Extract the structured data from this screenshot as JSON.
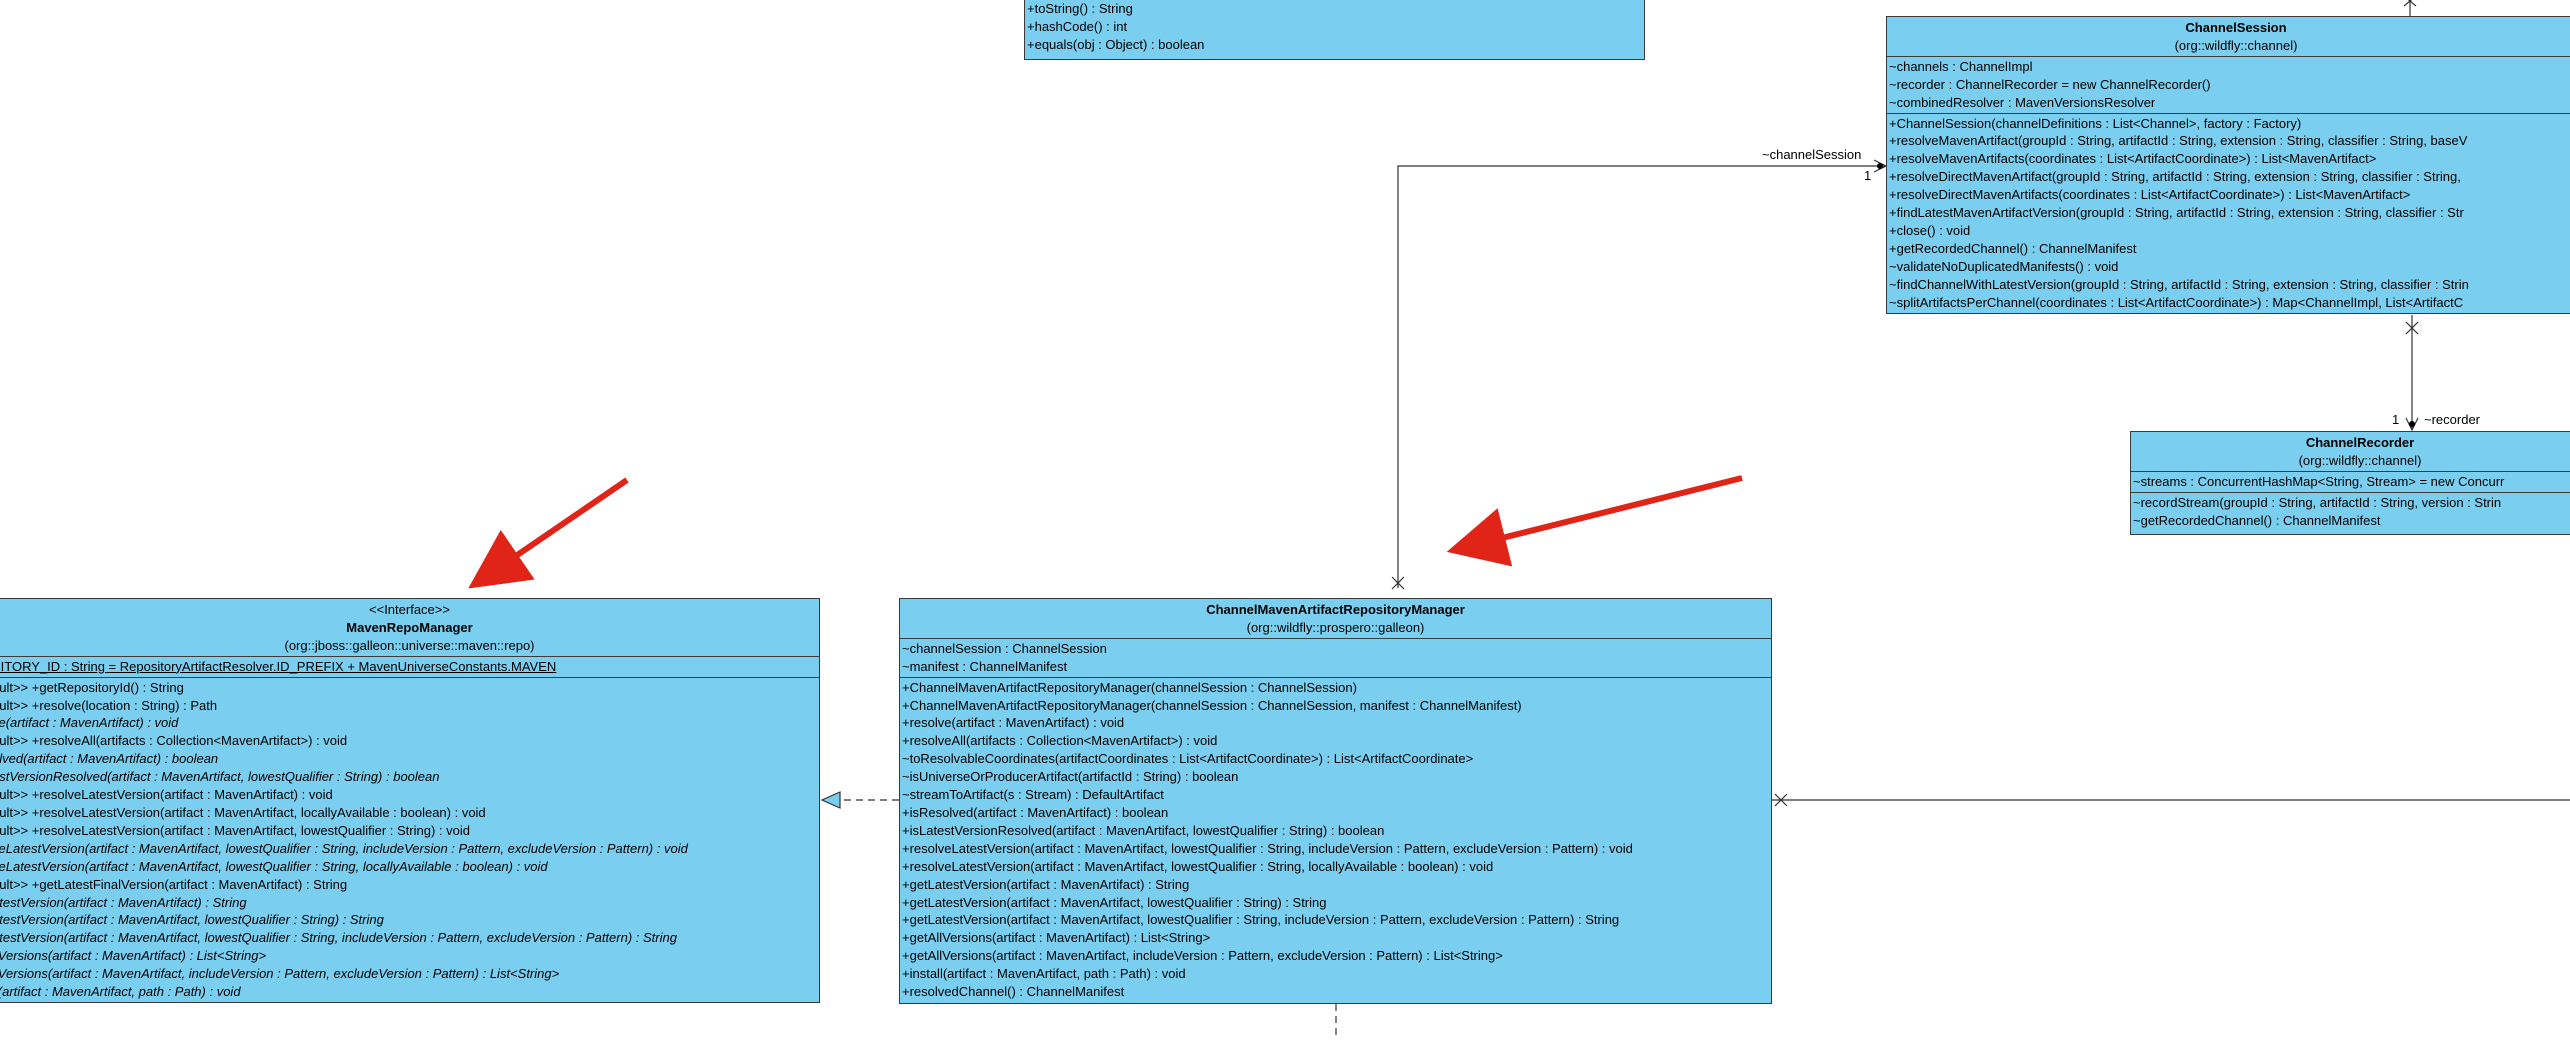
{
  "arrow_color": "#e02418",
  "class_fill": "#7acff0",
  "top_box": {
    "methods": [
      "+toString() : String",
      "+hashCode() : int",
      "+equals(obj : Object) : boolean"
    ]
  },
  "channel_session": {
    "name": "ChannelSession",
    "package": "(org::wildfly::channel)",
    "attributes": [
      "~channels : ChannelImpl",
      "~recorder : ChannelRecorder = new ChannelRecorder()",
      "~combinedResolver : MavenVersionsResolver"
    ],
    "methods": [
      "+ChannelSession(channelDefinitions : List<Channel>, factory : Factory)",
      "+resolveMavenArtifact(groupId : String, artifactId : String, extension : String, classifier : String, baseV",
      "+resolveMavenArtifacts(coordinates : List<ArtifactCoordinate>) : List<MavenArtifact>",
      "+resolveDirectMavenArtifact(groupId : String, artifactId : String, extension : String, classifier : String,",
      "+resolveDirectMavenArtifacts(coordinates : List<ArtifactCoordinate>) : List<MavenArtifact>",
      "+findLatestMavenArtifactVersion(groupId : String, artifactId : String, extension : String, classifier : Str",
      "+close() : void",
      "+getRecordedChannel() : ChannelManifest",
      "~validateNoDuplicatedManifests() : void",
      "~findChannelWithLatestVersion(groupId : String, artifactId : String, extension : String, classifier : Strin",
      "~splitArtifactsPerChannel(coordinates : List<ArtifactCoordinate>) : Map<ChannelImpl, List<ArtifactC"
    ]
  },
  "channel_recorder": {
    "name": "ChannelRecorder",
    "package": "(org::wildfly::channel)",
    "attributes": [
      "~streams : ConcurrentHashMap<String, Stream> = new Concurr"
    ],
    "methods": [
      "~recordStream(groupId : String, artifactId : String, version : Strin",
      "~getRecordedChannel() : ChannelManifest"
    ]
  },
  "maven_repo_manager": {
    "stereotype": "<<Interface>>",
    "name": "MavenRepoManager",
    "package": "(org::jboss::galleon::universe::maven::repo)",
    "attributes": [
      "SITORY_ID : String = RepositoryArtifactResolver.ID_PREFIX + MavenUniverseConstants.MAVEN"
    ],
    "methods": [
      {
        "text": "ault>> +getRepositoryId() : String",
        "italic": false
      },
      {
        "text": "ault>> +resolve(location : String) : Path",
        "italic": false
      },
      {
        "text": "ve(artifact : MavenArtifact) : void",
        "italic": true
      },
      {
        "text": "ault>> +resolveAll(artifacts : Collection<MavenArtifact>) : void",
        "italic": false
      },
      {
        "text": "olved(artifact : MavenArtifact) : boolean",
        "italic": true
      },
      {
        "text": "estVersionResolved(artifact : MavenArtifact, lowestQualifier : String) : boolean",
        "italic": true
      },
      {
        "text": "ault>> +resolveLatestVersion(artifact : MavenArtifact) : void",
        "italic": false
      },
      {
        "text": "ault>> +resolveLatestVersion(artifact : MavenArtifact, locallyAvailable : boolean) : void",
        "italic": false
      },
      {
        "text": "ault>> +resolveLatestVersion(artifact : MavenArtifact, lowestQualifier : String) : void",
        "italic": false
      },
      {
        "text": "veLatestVersion(artifact : MavenArtifact, lowestQualifier : String, includeVersion : Pattern, excludeVersion : Pattern) : void",
        "italic": true
      },
      {
        "text": "veLatestVersion(artifact : MavenArtifact, lowestQualifier : String, locallyAvailable : boolean) : void",
        "italic": true
      },
      {
        "text": "ault>> +getLatestFinalVersion(artifact : MavenArtifact) : String",
        "italic": false
      },
      {
        "text": "atestVersion(artifact : MavenArtifact) : String",
        "italic": true
      },
      {
        "text": "atestVersion(artifact : MavenArtifact, lowestQualifier : String) : String",
        "italic": true
      },
      {
        "text": "atestVersion(artifact : MavenArtifact, lowestQualifier : String, includeVersion : Pattern, excludeVersion : Pattern) : String",
        "italic": true
      },
      {
        "text": "llVersions(artifact : MavenArtifact) : List<String>",
        "italic": true
      },
      {
        "text": "llVersions(artifact : MavenArtifact, includeVersion : Pattern, excludeVersion : Pattern) : List<String>",
        "italic": true
      },
      {
        "text": "ll(artifact : MavenArtifact, path : Path) : void",
        "italic": true
      }
    ]
  },
  "channel_maven_repo_manager": {
    "name": "ChannelMavenArtifactRepositoryManager",
    "package": "(org::wildfly::prospero::galleon)",
    "attributes": [
      "~channelSession : ChannelSession",
      "~manifest : ChannelManifest"
    ],
    "methods": [
      "+ChannelMavenArtifactRepositoryManager(channelSession : ChannelSession)",
      "+ChannelMavenArtifactRepositoryManager(channelSession : ChannelSession, manifest : ChannelManifest)",
      "+resolve(artifact : MavenArtifact) : void",
      "+resolveAll(artifacts : Collection<MavenArtifact>) : void",
      "~toResolvableCoordinates(artifactCoordinates : List<ArtifactCoordinate>) : List<ArtifactCoordinate>",
      "~isUniverseOrProducerArtifact(artifactId : String) : boolean",
      "~streamToArtifact(s : Stream) : DefaultArtifact",
      "+isResolved(artifact : MavenArtifact) : boolean",
      "+isLatestVersionResolved(artifact : MavenArtifact, lowestQualifier : String) : boolean",
      "+resolveLatestVersion(artifact : MavenArtifact, lowestQualifier : String, includeVersion : Pattern, excludeVersion : Pattern) : void",
      "+resolveLatestVersion(artifact : MavenArtifact, lowestQualifier : String, locallyAvailable : boolean) : void",
      "+getLatestVersion(artifact : MavenArtifact) : String",
      "+getLatestVersion(artifact : MavenArtifact, lowestQualifier : String) : String",
      "+getLatestVersion(artifact : MavenArtifact, lowestQualifier : String, includeVersion : Pattern, excludeVersion : Pattern) : String",
      "+getAllVersions(artifact : MavenArtifact) : List<String>",
      "+getAllVersions(artifact : MavenArtifact, includeVersion : Pattern, excludeVersion : Pattern) : List<String>",
      "+install(artifact : MavenArtifact, path : Path) : void",
      "+resolvedChannel() : ChannelManifest"
    ]
  },
  "labels": {
    "channel_session_role": "~channelSession",
    "channel_session_mult": "1",
    "recorder_role": "~recorder",
    "recorder_mult": "1"
  }
}
